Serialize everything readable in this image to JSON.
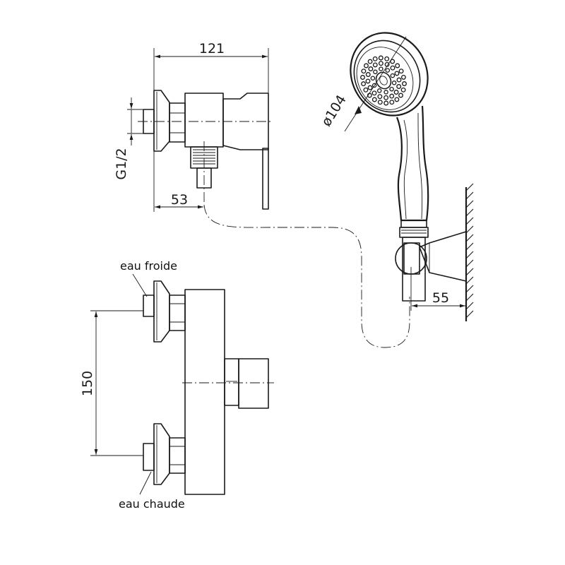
{
  "dimensions": {
    "top_width": "121",
    "thread": "G1/2",
    "offset": "53",
    "head_diameter": "ø104",
    "holder_depth": "55",
    "inlet_spacing": "150"
  },
  "labels": {
    "cold_water": "eau froide",
    "hot_water": "eau chaude"
  }
}
